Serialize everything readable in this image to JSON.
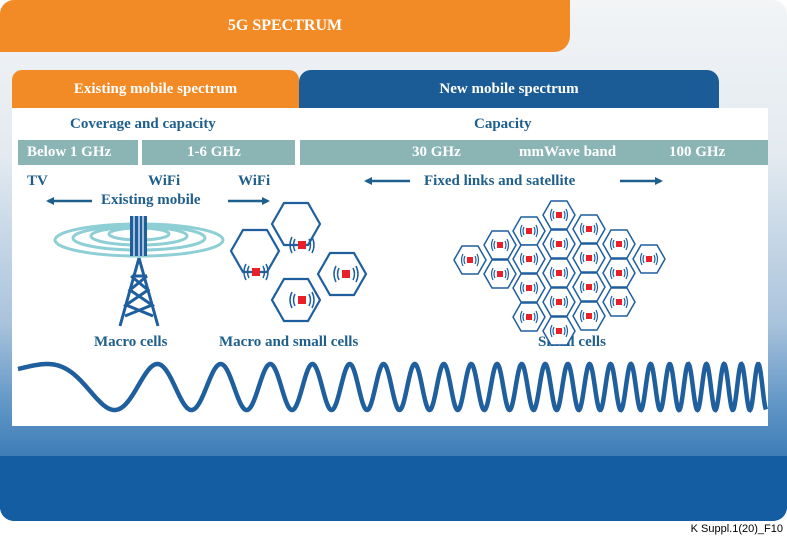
{
  "title": "5G SPECTRUM",
  "tabs": {
    "existing": "Existing mobile spectrum",
    "new": "New mobile spectrum"
  },
  "headers": {
    "coverage": "Coverage and capacity",
    "capacity": "Capacity"
  },
  "bands": {
    "below1": "Below 1 GHz",
    "range1to6": "1-6 GHz",
    "ghz30": "30 GHz",
    "mmwave": "mmWave band",
    "ghz100": "100 GHz"
  },
  "uses": {
    "tv": "TV",
    "wifi1": "WiFi",
    "wifi2": "WiFi",
    "existing_mobile": "Existing mobile",
    "fixed_links": "Fixed links and satellite"
  },
  "cells": {
    "macro": "Macro cells",
    "macro_small": "Macro and small cells",
    "small": "Small cells"
  },
  "figure_id": "K Suppl.1(20)_F10",
  "colors": {
    "orange": "#f28a26",
    "navy": "#1c5c96",
    "band": "#8bb5b5",
    "text": "#1f5f8c",
    "wave": "#1f5f9e",
    "red": "#e8202a"
  }
}
